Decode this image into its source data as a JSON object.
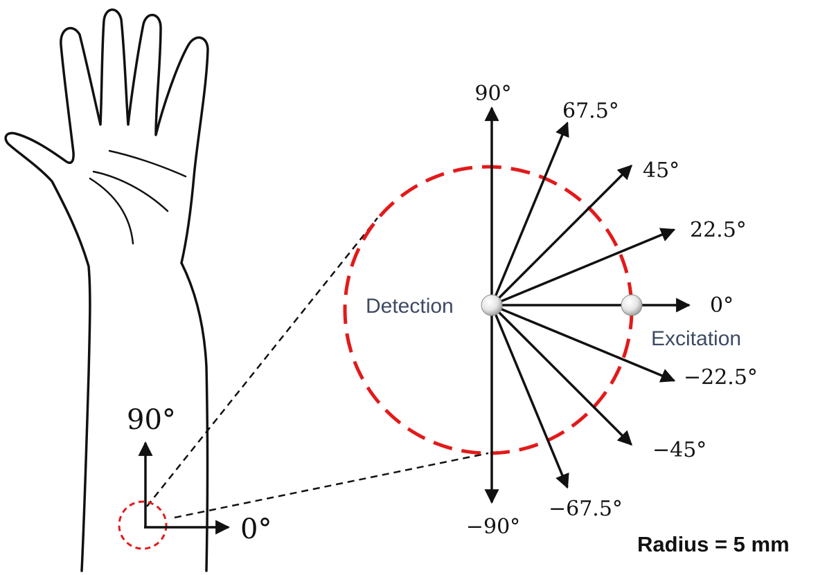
{
  "colors": {
    "line": "#111111",
    "circle": "#e21a1a",
    "sensor_label": "#3d4a63",
    "background": "#ffffff"
  },
  "inset": {
    "label_90": "90°",
    "label_0": "0°"
  },
  "labels": {
    "detection": "Detection",
    "excitation": "Excitation",
    "radius": "Radius = 5 mm"
  },
  "directions": [
    {
      "angle": 90,
      "label": "90°"
    },
    {
      "angle": 67.5,
      "label": "67.5°"
    },
    {
      "angle": 45,
      "label": "45°"
    },
    {
      "angle": 22.5,
      "label": "22.5°"
    },
    {
      "angle": 0,
      "label": "0°"
    },
    {
      "angle": -22.5,
      "label": "−22.5°"
    },
    {
      "angle": -45,
      "label": "−45°"
    },
    {
      "angle": -67.5,
      "label": "−67.5°"
    },
    {
      "angle": -90,
      "label": "−90°"
    }
  ]
}
